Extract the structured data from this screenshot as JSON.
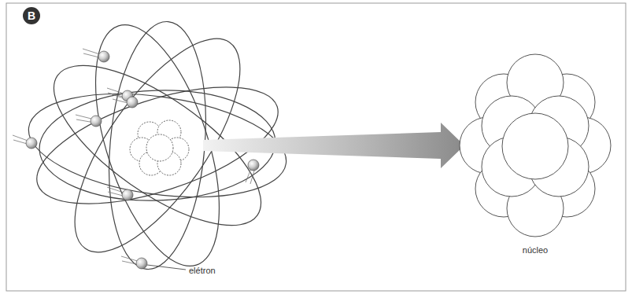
{
  "diagram": {
    "labels": [
      "B",
      "elétron",
      "núcleo"
    ]
  }
}
